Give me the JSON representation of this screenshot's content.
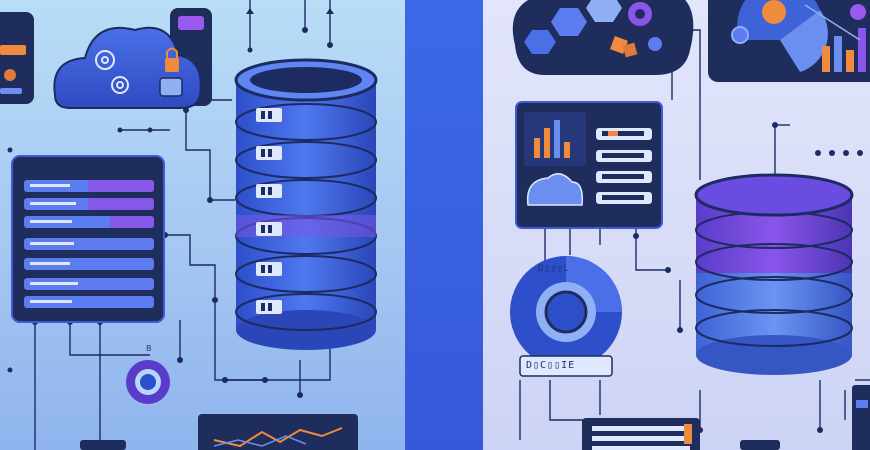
{
  "left_panel": {
    "caption": "B"
  },
  "right_panel": {
    "ring_label": "D▯▯▯L",
    "button_label": "D▯C▯▯IE"
  },
  "colors": {
    "accent_blue": "#3a5fe0",
    "dark_navy": "#1f2d5c",
    "purple": "#7a4ad8",
    "orange": "#f08a3c"
  }
}
